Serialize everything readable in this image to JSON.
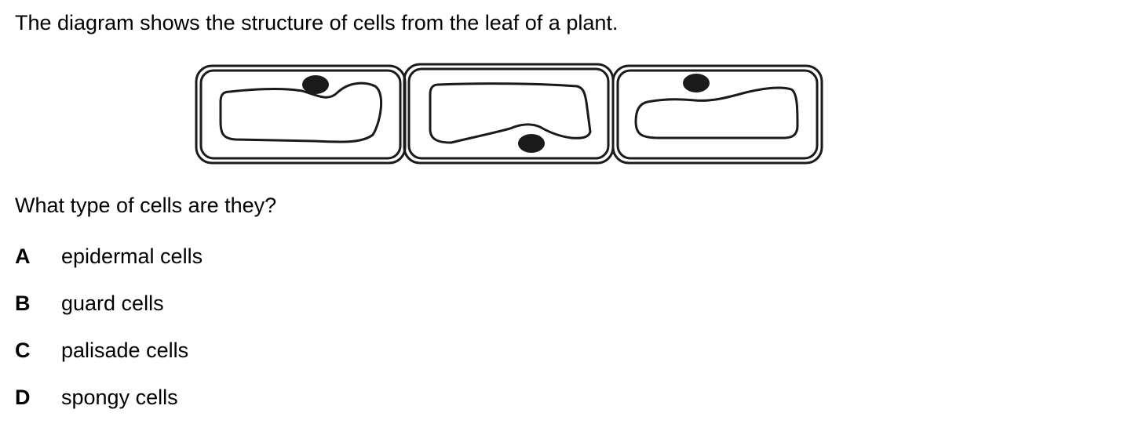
{
  "question": {
    "stem": "The diagram shows the structure of cells from the leaf of a plant.",
    "prompt": "What type of cells are they?"
  },
  "options": [
    {
      "letter": "A",
      "text": "epidermal cells"
    },
    {
      "letter": "B",
      "text": "guard cells"
    },
    {
      "letter": "C",
      "text": "palisade cells"
    },
    {
      "letter": "D",
      "text": "spongy cells"
    }
  ],
  "colors": {
    "text": "#000000",
    "line": "#1a1a1a",
    "nucleus": "#1a1a1a",
    "background": "#ffffff"
  }
}
